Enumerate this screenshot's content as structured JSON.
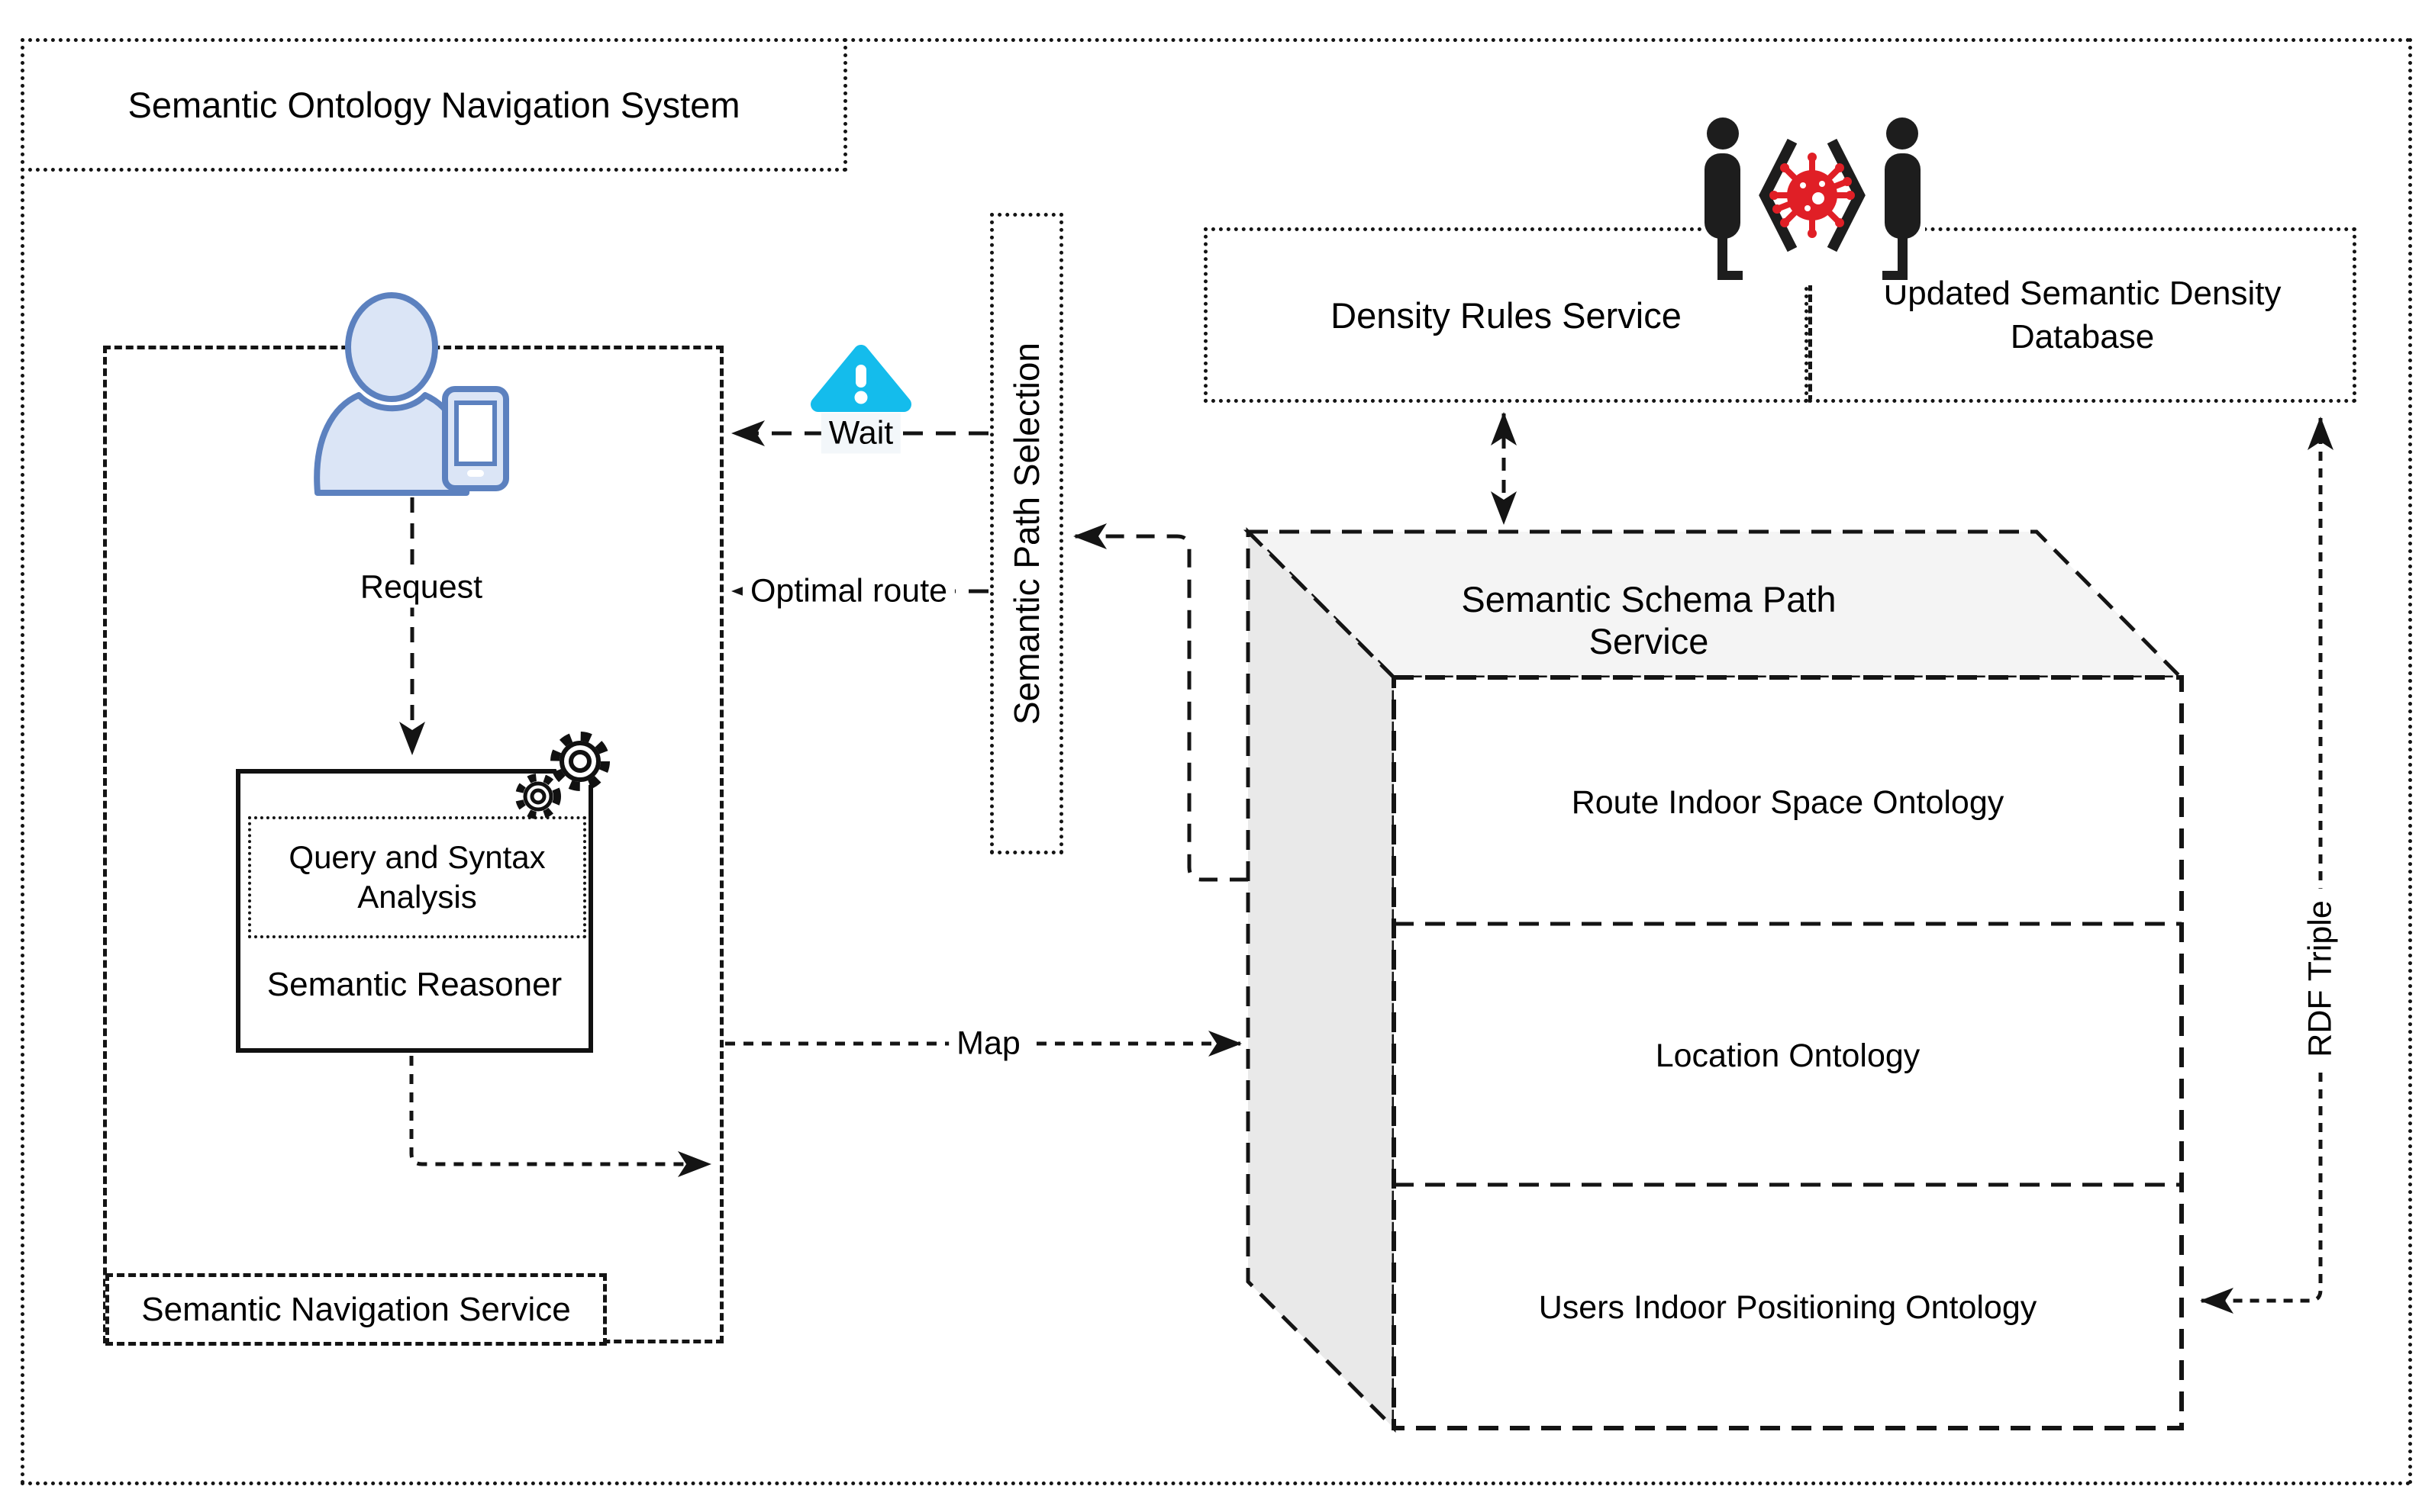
{
  "diagram": {
    "title": "Semantic Ontology Navigation System",
    "nav_service": {
      "label": "Semantic Navigation Service",
      "request_label": "Request",
      "reasoner": {
        "query_label": "Query and Syntax Analysis",
        "label": "Semantic Reasoner"
      }
    },
    "path_selection": {
      "label": "Semantic Path Selection"
    },
    "edges": {
      "wait": "Wait",
      "optimal_route": "Optimal route",
      "map": "Map",
      "rdf_triple": "RDF Triple"
    },
    "density_rules": {
      "label": "Density Rules Service"
    },
    "density_db": {
      "label": "Updated Semantic Density Database"
    },
    "schema_service": {
      "title": "Semantic Schema Path Service",
      "layers": [
        "Route Indoor Space Ontology",
        "Location Ontology",
        "Users Indoor Positioning Ontology"
      ]
    },
    "colors": {
      "line": "#141414",
      "warning": "#14BCEC",
      "person_fill": "#dbe5f6",
      "person_stroke": "#5c81bf",
      "virus": "#e01f26",
      "top_face": "#f4f4f4",
      "left_face": "#e9e9e9"
    }
  }
}
